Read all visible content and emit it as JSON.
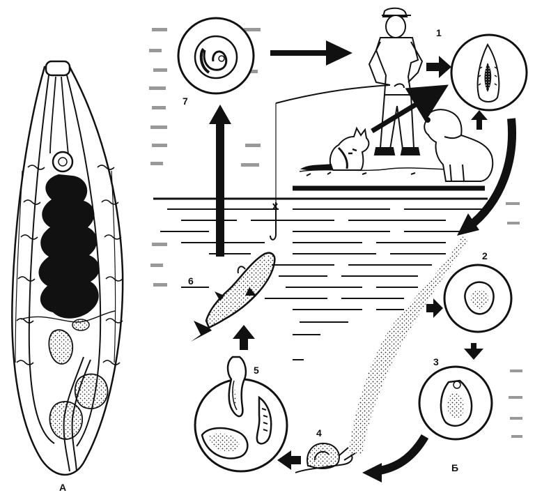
{
  "labels": {
    "panel_a": "А",
    "panel_b": "Б",
    "stage_1": "1",
    "stage_2": "2",
    "stage_3": "3",
    "stage_4": "4",
    "stage_5": "5",
    "stage_6": "6",
    "stage_7": "7"
  },
  "colors": {
    "ink": "#111111",
    "paper": "#ffffff",
    "stipple": "#333333"
  }
}
